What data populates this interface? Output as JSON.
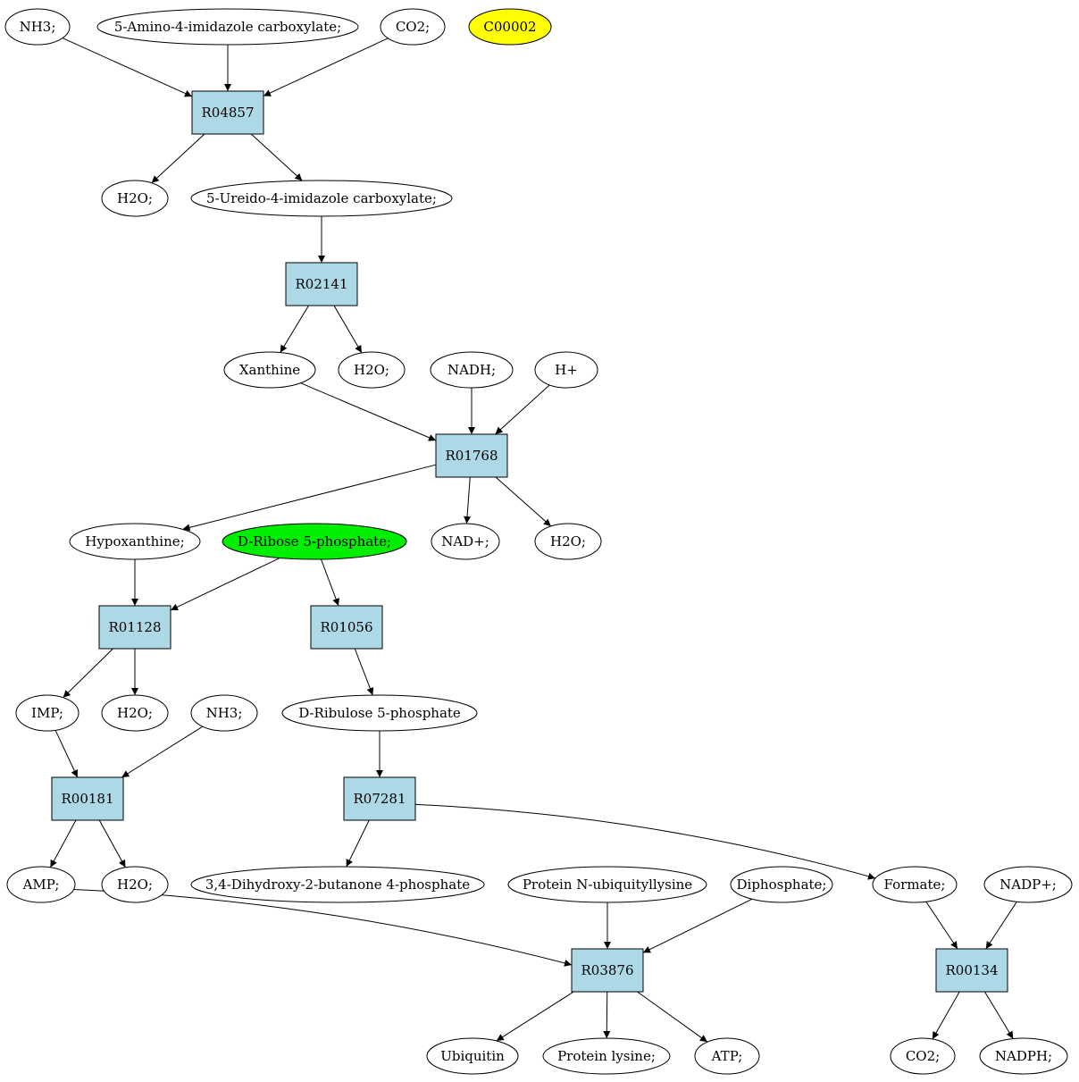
{
  "nodes": {
    "nh3_a": {
      "label": "NH3;",
      "kind": "compound"
    },
    "amino_imid": {
      "label": "5-Amino-4-imidazole carboxylate;",
      "kind": "compound"
    },
    "co2_a": {
      "label": "CO2;",
      "kind": "compound"
    },
    "c00002": {
      "label": "C00002",
      "kind": "highlight-yellow",
      "fill": "#ffff00"
    },
    "r04857": {
      "label": "R04857",
      "kind": "reaction"
    },
    "h2o_a": {
      "label": "H2O;",
      "kind": "compound"
    },
    "ureido_imid": {
      "label": "5-Ureido-4-imidazole carboxylate;",
      "kind": "compound"
    },
    "r02141": {
      "label": "R02141",
      "kind": "reaction"
    },
    "xanthine": {
      "label": "Xanthine",
      "kind": "compound"
    },
    "h2o_b": {
      "label": "H2O;",
      "kind": "compound"
    },
    "nadh": {
      "label": "NADH;",
      "kind": "compound"
    },
    "hplus": {
      "label": "H+",
      "kind": "compound"
    },
    "r01768": {
      "label": "R01768",
      "kind": "reaction"
    },
    "hypoxanthine": {
      "label": "Hypoxanthine;",
      "kind": "compound"
    },
    "ribose5p": {
      "label": "D-Ribose 5-phosphate;",
      "kind": "highlight-green",
      "fill": "#00ee00"
    },
    "nadplus": {
      "label": "NAD+;",
      "kind": "compound"
    },
    "h2o_c": {
      "label": "H2O;",
      "kind": "compound"
    },
    "r01128": {
      "label": "R01128",
      "kind": "reaction"
    },
    "r01056": {
      "label": "R01056",
      "kind": "reaction"
    },
    "imp": {
      "label": "IMP;",
      "kind": "compound"
    },
    "h2o_d": {
      "label": "H2O;",
      "kind": "compound"
    },
    "nh3_b": {
      "label": "NH3;",
      "kind": "compound"
    },
    "ribulose5p": {
      "label": "D-Ribulose 5-phosphate",
      "kind": "compound"
    },
    "r00181": {
      "label": "R00181",
      "kind": "reaction"
    },
    "r07281": {
      "label": "R07281",
      "kind": "reaction"
    },
    "amp": {
      "label": "AMP;",
      "kind": "compound"
    },
    "h2o_e": {
      "label": "H2O;",
      "kind": "compound"
    },
    "dhbp": {
      "label": "3,4-Dihydroxy-2-butanone 4-phosphate",
      "kind": "compound"
    },
    "prot_ubiq": {
      "label": "Protein N-ubiquityllysine",
      "kind": "compound"
    },
    "diphosphate": {
      "label": "Diphosphate;",
      "kind": "compound"
    },
    "formate": {
      "label": "Formate;",
      "kind": "compound"
    },
    "nadpplus": {
      "label": "NADP+;",
      "kind": "compound"
    },
    "r03876": {
      "label": "R03876",
      "kind": "reaction"
    },
    "r00134": {
      "label": "R00134",
      "kind": "reaction"
    },
    "ubiquitin": {
      "label": "Ubiquitin",
      "kind": "compound"
    },
    "prot_lys": {
      "label": "Protein lysine;",
      "kind": "compound"
    },
    "atp": {
      "label": "ATP;",
      "kind": "compound"
    },
    "co2_b": {
      "label": "CO2;",
      "kind": "compound"
    },
    "nadph": {
      "label": "NADPH;",
      "kind": "compound"
    }
  },
  "edges": [
    [
      "nh3_a",
      "r04857"
    ],
    [
      "amino_imid",
      "r04857"
    ],
    [
      "co2_a",
      "r04857"
    ],
    [
      "r04857",
      "h2o_a"
    ],
    [
      "r04857",
      "ureido_imid"
    ],
    [
      "ureido_imid",
      "r02141"
    ],
    [
      "r02141",
      "xanthine"
    ],
    [
      "r02141",
      "h2o_b"
    ],
    [
      "xanthine",
      "r01768"
    ],
    [
      "nadh",
      "r01768"
    ],
    [
      "hplus",
      "r01768"
    ],
    [
      "r01768",
      "hypoxanthine"
    ],
    [
      "r01768",
      "nadplus"
    ],
    [
      "r01768",
      "h2o_c"
    ],
    [
      "hypoxanthine",
      "r01128"
    ],
    [
      "ribose5p",
      "r01128"
    ],
    [
      "ribose5p",
      "r01056"
    ],
    [
      "r01128",
      "imp"
    ],
    [
      "r01128",
      "h2o_d"
    ],
    [
      "r01056",
      "ribulose5p"
    ],
    [
      "imp",
      "r00181"
    ],
    [
      "nh3_b",
      "r00181"
    ],
    [
      "ribulose5p",
      "r07281"
    ],
    [
      "r00181",
      "amp"
    ],
    [
      "r00181",
      "h2o_e"
    ],
    [
      "r07281",
      "dhbp"
    ],
    [
      "r07281",
      "formate"
    ],
    [
      "amp",
      "r03876"
    ],
    [
      "prot_ubiq",
      "r03876"
    ],
    [
      "diphosphate",
      "r03876"
    ],
    [
      "formate",
      "r00134"
    ],
    [
      "nadpplus",
      "r00134"
    ],
    [
      "r03876",
      "ubiquitin"
    ],
    [
      "r03876",
      "prot_lys"
    ],
    [
      "r03876",
      "atp"
    ],
    [
      "r00134",
      "co2_b"
    ],
    [
      "r00134",
      "nadph"
    ]
  ],
  "colors": {
    "reaction_fill": "#add8e6",
    "compound_fill": "#ffffff",
    "stroke": "#000000"
  }
}
